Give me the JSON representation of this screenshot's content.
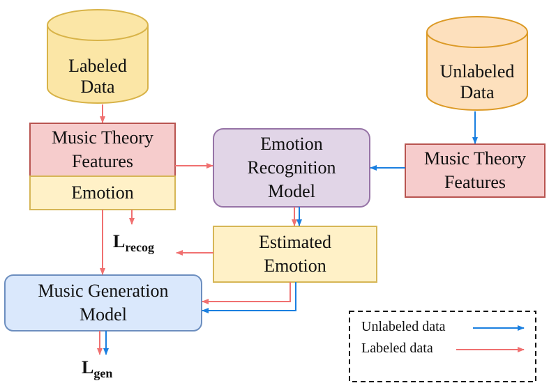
{
  "labeled_db": {
    "label": "Labeled\nData"
  },
  "unlabeled_db": {
    "label": "Unlabeled\nData"
  },
  "mtf_left": {
    "label": "Music Theory\nFeatures"
  },
  "emotion": {
    "label": "Emotion"
  },
  "mtf_right": {
    "label": "Music Theory\nFeatures"
  },
  "erm": {
    "label": "Emotion\nRecognition\nModel"
  },
  "estimated": {
    "label": "Estimated\nEmotion"
  },
  "mgm": {
    "label": "Music Generation\nModel"
  },
  "loss_recog": {
    "main": "L",
    "sub": "recog"
  },
  "loss_gen": {
    "main": "L",
    "sub": "gen"
  },
  "legend": {
    "unlabeled": "Unlabeled data",
    "labeled": "Labeled data"
  },
  "colors": {
    "labeled_arrow": "#f07070",
    "unlabeled_arrow": "#1a7fe0"
  }
}
